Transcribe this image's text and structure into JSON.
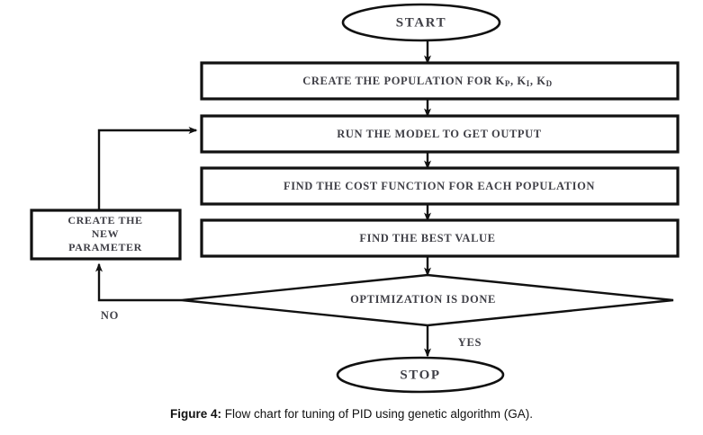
{
  "figure": {
    "caption_label": "Figure 4:",
    "caption_text": " Flow chart for tuning of PID using genetic algorithm (GA).",
    "background_color": "#ffffff",
    "line_color": "#111111",
    "text_color": "#3f3f46"
  },
  "chart_data": {
    "type": "diagram",
    "diagram_kind": "flowchart",
    "title": "Flow chart for tuning of PID using genetic algorithm (GA)",
    "nodes": [
      {
        "id": "start",
        "shape": "ellipse",
        "label": "START"
      },
      {
        "id": "create_population",
        "shape": "process",
        "label": "CREATE THE POPULATION FOR K",
        "label_parts": [
          "CREATE THE POPULATION FOR K",
          "P",
          ", K",
          "I",
          ", K",
          "D"
        ]
      },
      {
        "id": "run_model",
        "shape": "process",
        "label": "RUN THE MODEL TO GET OUTPUT"
      },
      {
        "id": "cost_function",
        "shape": "process",
        "label": "FIND THE COST FUNCTION FOR EACH POPULATION"
      },
      {
        "id": "best_value",
        "shape": "process",
        "label": "FIND THE BEST VALUE"
      },
      {
        "id": "optimization_done",
        "shape": "decision",
        "label": "OPTIMIZATION IS DONE"
      },
      {
        "id": "new_parameter",
        "shape": "process",
        "label_line1": "CREATE THE",
        "label_line2": "NEW",
        "label_line3": "PARAMETER"
      },
      {
        "id": "stop",
        "shape": "ellipse",
        "label": "STOP"
      }
    ],
    "edges": [
      {
        "from": "start",
        "to": "create_population",
        "label": ""
      },
      {
        "from": "create_population",
        "to": "run_model",
        "label": ""
      },
      {
        "from": "run_model",
        "to": "cost_function",
        "label": ""
      },
      {
        "from": "cost_function",
        "to": "best_value",
        "label": ""
      },
      {
        "from": "best_value",
        "to": "optimization_done",
        "label": ""
      },
      {
        "from": "optimization_done",
        "to": "new_parameter",
        "label": "NO"
      },
      {
        "from": "new_parameter",
        "to": "run_model",
        "label": ""
      },
      {
        "from": "optimization_done",
        "to": "stop",
        "label": "YES"
      }
    ],
    "edge_labels": {
      "no": "NO",
      "yes": "YES"
    }
  }
}
